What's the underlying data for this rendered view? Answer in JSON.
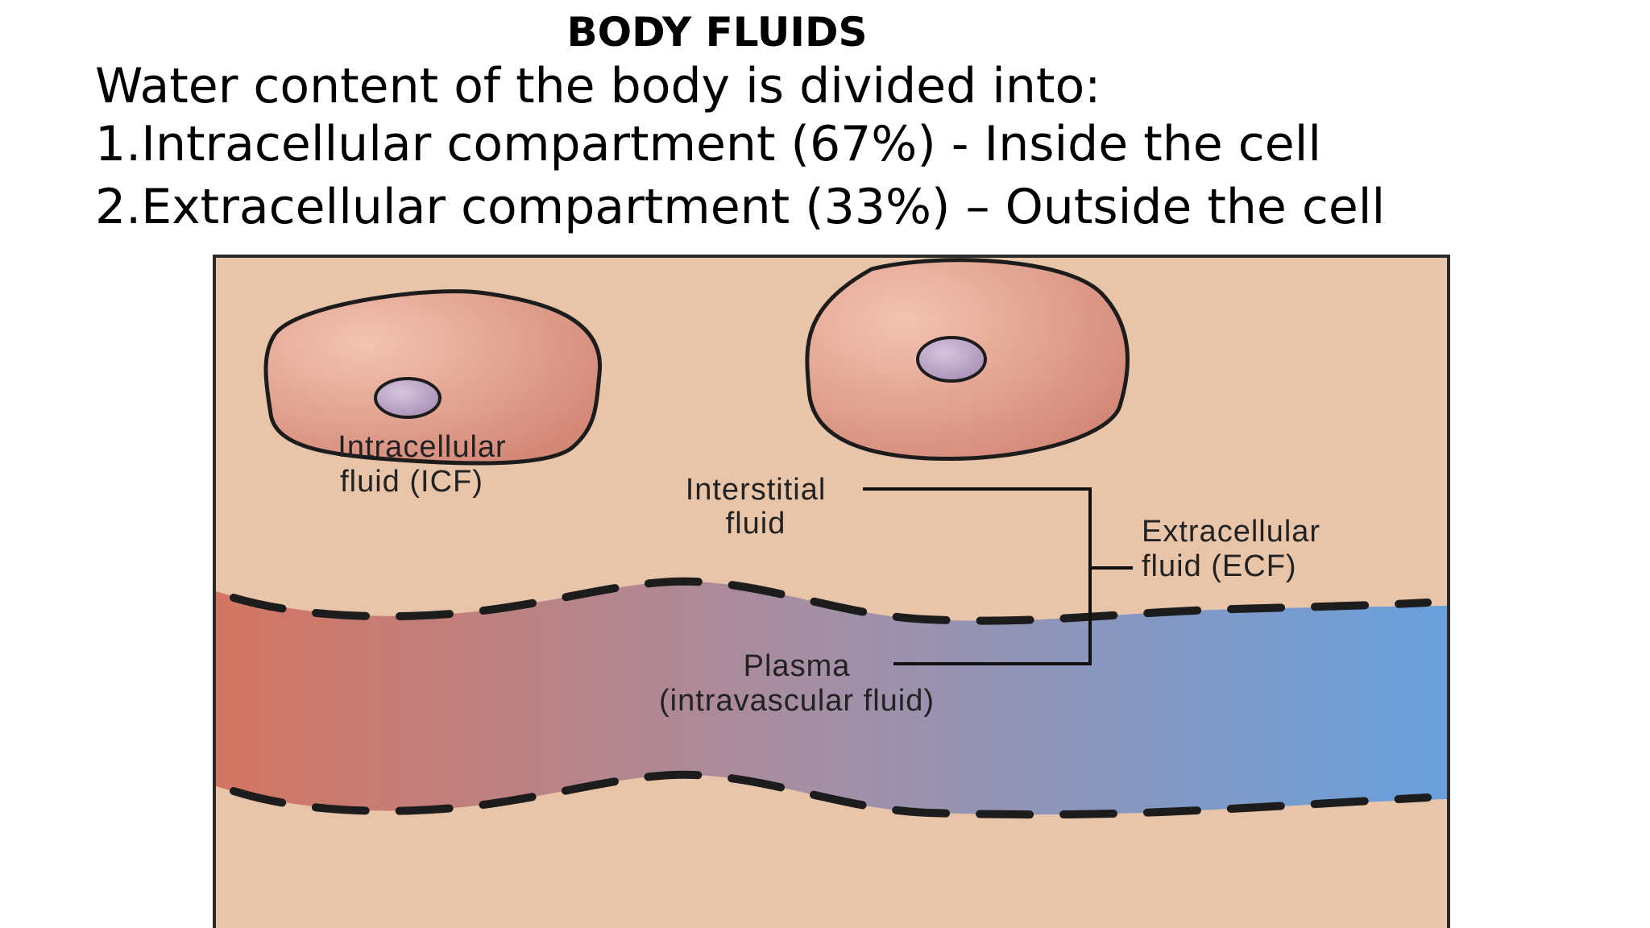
{
  "slide": {
    "title": "BODY FLUIDS",
    "intro": "Water content of the body is divided into:",
    "items": [
      "1.Intracellular compartment (67%) - Inside the cell",
      "2.Extracellular compartment (33%) – Outside the cell"
    ]
  },
  "diagram": {
    "labels": {
      "icf_line1": "Intracellular",
      "icf_line2": "fluid (ICF)",
      "interstitial_line1": "Interstitial",
      "interstitial_line2": "fluid",
      "ecf_line1": "Extracellular",
      "ecf_line2": "fluid (ECF)",
      "plasma_line1": "Plasma",
      "plasma_line2": "(intravascular fluid)"
    },
    "colors": {
      "background": "#e8c5a9",
      "border": "#2a2a2a",
      "cell_fill_light": "#efb7a3",
      "cell_fill_dark": "#d88e7d",
      "nucleus": "#b7a0c4",
      "vessel_start": "#d47a66",
      "vessel_mid": "#a08eaa",
      "vessel_end": "#6ca0da",
      "bracket_line": "#111111"
    }
  }
}
